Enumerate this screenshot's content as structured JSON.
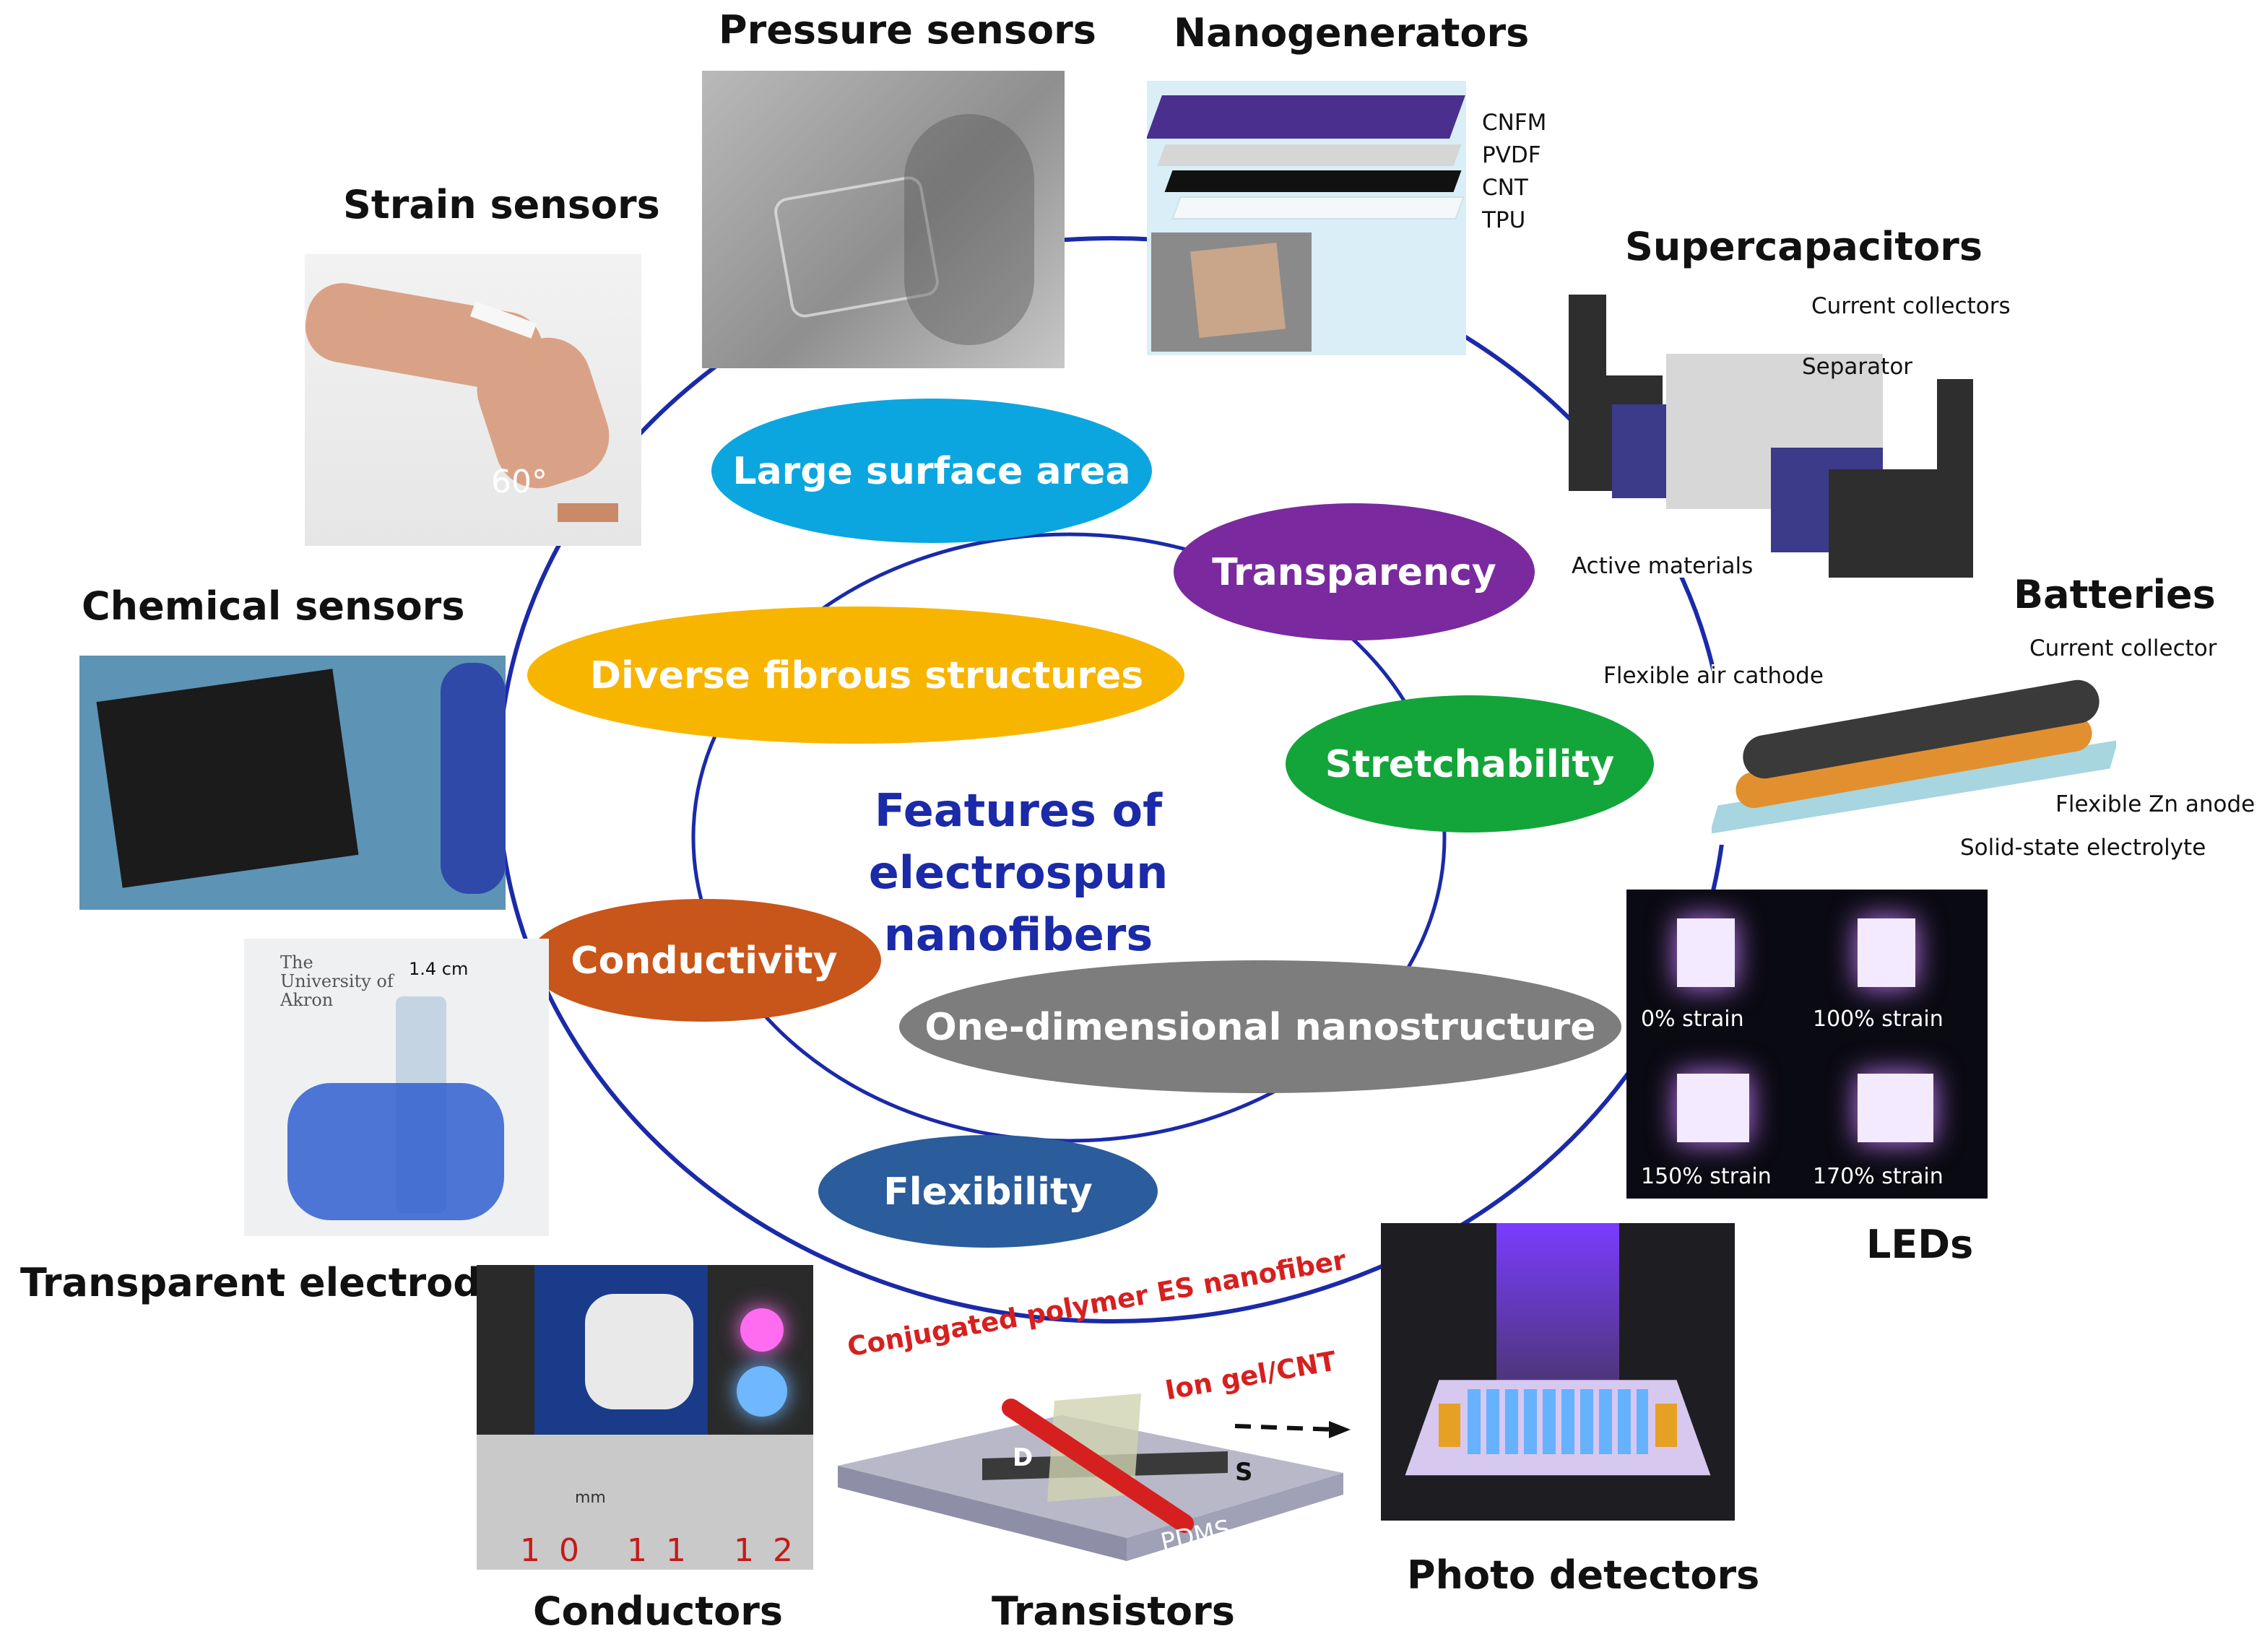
{
  "center_title": {
    "line1": "Features of electrospun",
    "line2": "nanofibers"
  },
  "features": [
    {
      "id": "large-surface-area",
      "label": "Large surface area",
      "color": "#0ba6e0"
    },
    {
      "id": "transparency",
      "label": "Transparency",
      "color": "#7a2a9e"
    },
    {
      "id": "diverse-fibrous-structures",
      "label": "Diverse fibrous structures",
      "color": "#f7b500"
    },
    {
      "id": "stretchability",
      "label": "Stretchability",
      "color": "#13a53a"
    },
    {
      "id": "conductivity",
      "label": "Conductivity",
      "color": "#c8551a"
    },
    {
      "id": "one-dimensional-nanostructure",
      "label": "One-dimensional nanostructure",
      "color": "#7d7d7d"
    },
    {
      "id": "flexibility",
      "label": "Flexibility",
      "color": "#2b5c9c"
    }
  ],
  "applications": {
    "pressure_sensors": "Pressure sensors",
    "nanogenerators": "Nanogenerators",
    "strain_sensors": "Strain sensors",
    "supercapacitors": "Supercapacitors",
    "batteries": "Batteries",
    "chemical_sensors": "Chemical sensors",
    "leds": "LEDs",
    "transparent_electrodes": "Transparent electrodes",
    "photo_detectors": "Photo detectors",
    "conductors": "Conductors",
    "transistors": "Transistors"
  },
  "nanogenerator_layers": [
    "CNFM",
    "PVDF",
    "CNT",
    "TPU"
  ],
  "strain_angle": "60°",
  "supercapacitor_labels": {
    "current_collectors": "Current collectors",
    "separator": "Separator",
    "active_materials": "Active materials"
  },
  "battery_labels": {
    "current_collector": "Current collector",
    "air_cathode": "Flexible air cathode",
    "zn_anode": "Flexible Zn anode",
    "electrolyte": "Solid-state electrolyte"
  },
  "led_strains": [
    "0% strain",
    "100% strain",
    "150% strain",
    "170% strain"
  ],
  "transparent_electrode_labels": {
    "logo": "The University of Akron",
    "scale": "1.4 cm"
  },
  "conductor_ruler": {
    "unit": "mm",
    "numbers": "10 11 12"
  },
  "transistor_labels": {
    "nanofiber": "Conjugated polymer ES nanofiber",
    "gel": "Ion gel/CNT",
    "drain": "D",
    "source": "S",
    "substrate": "PDMS"
  },
  "colors": {
    "ring": "#1a2aa8",
    "title": "#1a2aa8",
    "transistor_red": "#d62020"
  }
}
